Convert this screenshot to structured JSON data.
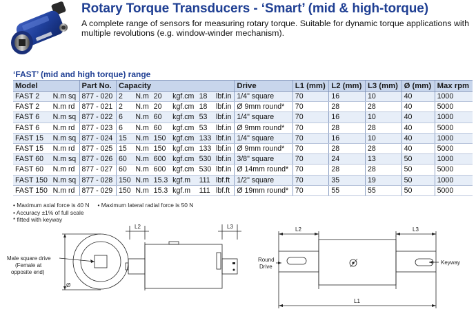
{
  "header": {
    "title": "Rotary Torque Transducers - ‘Smart’ (mid & high-torque)",
    "intro": "A complete range of sensors for measuring rotary torque. Suitable for dynamic torque applications with multiple revolutions (e.g. window-winder mechanism)."
  },
  "range_title": "‘FAST’ (mid and high torque) range",
  "table": {
    "headers": {
      "model": "Model",
      "part_no": "Part No.",
      "capacity": "Capacity",
      "drive": "Drive",
      "l1": "L1 (mm)",
      "l2": "L2 (mm)",
      "l3": "L3 (mm)",
      "dia": "Ø (mm)",
      "max_rpm": "Max rpm"
    },
    "rows": [
      {
        "model": "FAST 2",
        "type": "N.m sq",
        "part": "877 - 020",
        "c1": "2",
        "u1": "N.m",
        "c2": "20",
        "u2": "kgf.cm",
        "c3": "18",
        "u3": "lbf.in",
        "drive": "1/4\" square",
        "l1": "70",
        "l2": "16",
        "l3": "10",
        "dia": "40",
        "rpm": "1000"
      },
      {
        "model": "FAST 2",
        "type": "N.m rd",
        "part": "877 - 021",
        "c1": "2",
        "u1": "N.m",
        "c2": "20",
        "u2": "kgf.cm",
        "c3": "18",
        "u3": "lbf.in",
        "drive": "Ø 9mm round*",
        "l1": "70",
        "l2": "28",
        "l3": "28",
        "dia": "40",
        "rpm": "5000"
      },
      {
        "model": "FAST 6",
        "type": "N.m sq",
        "part": "877 - 022",
        "c1": "6",
        "u1": "N.m",
        "c2": "60",
        "u2": "kgf.cm",
        "c3": "53",
        "u3": "lbf.in",
        "drive": "1/4\" square",
        "l1": "70",
        "l2": "16",
        "l3": "10",
        "dia": "40",
        "rpm": "1000"
      },
      {
        "model": "FAST 6",
        "type": "N.m rd",
        "part": "877 - 023",
        "c1": "6",
        "u1": "N.m",
        "c2": "60",
        "u2": "kgf.cm",
        "c3": "53",
        "u3": "lbf.in",
        "drive": "Ø 9mm round*",
        "l1": "70",
        "l2": "28",
        "l3": "28",
        "dia": "40",
        "rpm": "5000"
      },
      {
        "model": "FAST 15",
        "type": "N.m sq",
        "part": "877 - 024",
        "c1": "15",
        "u1": "N.m",
        "c2": "150",
        "u2": "kgf.cm",
        "c3": "133",
        "u3": "lbf.in",
        "drive": "1/4\" square",
        "l1": "70",
        "l2": "16",
        "l3": "10",
        "dia": "40",
        "rpm": "1000"
      },
      {
        "model": "FAST 15",
        "type": "N.m rd",
        "part": "877 - 025",
        "c1": "15",
        "u1": "N.m",
        "c2": "150",
        "u2": "kgf.cm",
        "c3": "133",
        "u3": "lbf.in",
        "drive": "Ø 9mm round*",
        "l1": "70",
        "l2": "28",
        "l3": "28",
        "dia": "40",
        "rpm": "5000"
      },
      {
        "model": "FAST 60",
        "type": "N.m sq",
        "part": "877 - 026",
        "c1": "60",
        "u1": "N.m",
        "c2": "600",
        "u2": "kgf.cm",
        "c3": "530",
        "u3": "lbf.in",
        "drive": "3/8\" square",
        "l1": "70",
        "l2": "24",
        "l3": "13",
        "dia": "50",
        "rpm": "1000"
      },
      {
        "model": "FAST 60",
        "type": "N.m rd",
        "part": "877 - 027",
        "c1": "60",
        "u1": "N.m",
        "c2": "600",
        "u2": "kgf.cm",
        "c3": "530",
        "u3": "lbf.in",
        "drive": "Ø 14mm round*",
        "l1": "70",
        "l2": "28",
        "l3": "28",
        "dia": "50",
        "rpm": "5000"
      },
      {
        "model": "FAST 150",
        "type": "N.m sq",
        "part": "877 - 028",
        "c1": "150",
        "u1": "N.m",
        "c2": "15.3",
        "u2": "kgf.m",
        "c3": "111",
        "u3": "lbf.ft",
        "drive": "1/2\" square",
        "l1": "70",
        "l2": "35",
        "l3": "19",
        "dia": "50",
        "rpm": "1000"
      },
      {
        "model": "FAST 150",
        "type": "N.m rd",
        "part": "877 - 029",
        "c1": "150",
        "u1": "N.m",
        "c2": "15.3",
        "u2": "kgf.m",
        "c3": "111",
        "u3": "lbf.ft",
        "drive": "Ø 19mm round*",
        "l1": "70",
        "l2": "55",
        "l3": "55",
        "dia": "50",
        "rpm": "5000"
      }
    ]
  },
  "notes": {
    "axial": "• Maximum axial force is 40 N",
    "radial": "• Maximum lateral radial force is 50 N",
    "accuracy": "• Accuracy ±1% of full scale",
    "keyway": "* fitted with keyway"
  },
  "drawing_left": {
    "label_male": "Male square drive",
    "label_female_1": "(Female at",
    "label_female_2": "opposite end)",
    "l2": "L2",
    "l3": "L3",
    "dia": "Ø"
  },
  "drawing_right": {
    "l2": "L2",
    "l3": "L3",
    "l1": "L1",
    "round_1": "Round",
    "round_2": "Drive",
    "keyway": "Keyway"
  },
  "colors": {
    "title": "#1f3f93",
    "header_row": "#c8d6ec",
    "stripe": "#e7eef8",
    "device_body": "#1f3f9a"
  }
}
